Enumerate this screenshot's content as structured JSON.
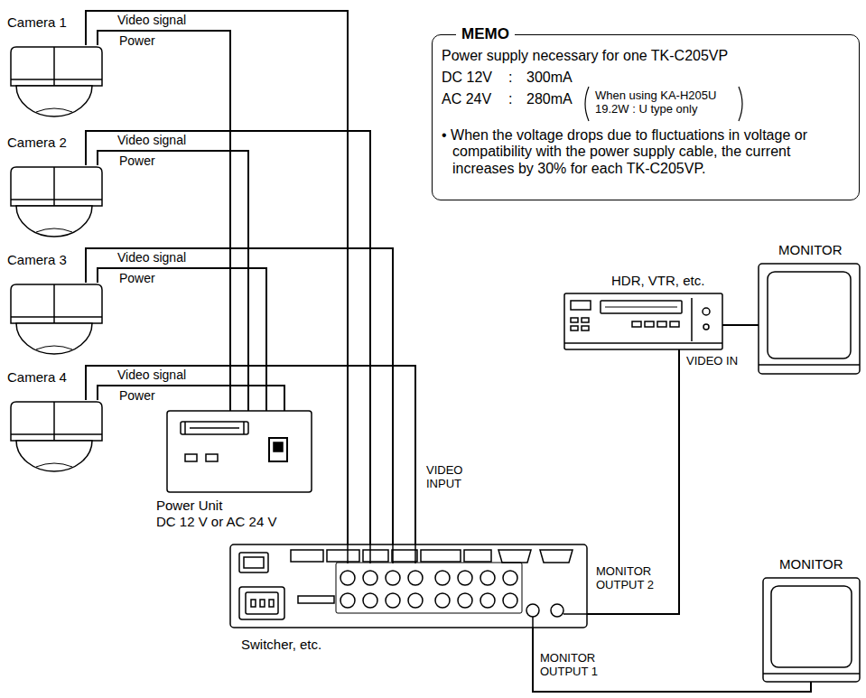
{
  "diagram": {
    "nodes": [
      {
        "text": [
          "Camera 1"
        ]
      },
      {
        "text": [
          "Camera 2"
        ]
      },
      {
        "text": [
          "Camera 3"
        ]
      },
      {
        "text": [
          "Camera 4"
        ]
      },
      {
        "text": [
          "MEMO",
          "Power supply necessary for one TK-C205VP",
          "DC 12V",
          ":",
          "300mA",
          "AC 24V",
          ":",
          "280mA",
          "When using KA-H205U 19.2W : U type only",
          "• When the voltage drops due to fluctuations in voltage or compatibility with the power supply cable, the current increases by 30% for each TK-C205VP."
        ]
      },
      {
        "text": [
          "Power Unit",
          "DC 12 V or AC 24 V"
        ]
      },
      {
        "text": [
          "HDR, VTR, etc."
        ]
      },
      {
        "text": [
          "MONITOR"
        ]
      },
      {
        "text": [
          "Switcher, etc."
        ]
      },
      {
        "text": [
          "MONITOR"
        ]
      }
    ],
    "edges": [
      {
        "from": 0,
        "to": 8,
        "label": "Video signal",
        "arrow": "none"
      },
      {
        "from": 1,
        "to": 8,
        "label": "Video signal",
        "arrow": "none"
      },
      {
        "from": 2,
        "to": 8,
        "label": "Video signal",
        "arrow": "none"
      },
      {
        "from": 3,
        "to": 8,
        "label": "Video signal",
        "arrow": "none"
      },
      {
        "from": 0,
        "to": 5,
        "label": "Power",
        "arrow": "none"
      },
      {
        "from": 1,
        "to": 5,
        "label": "Power",
        "arrow": "none"
      },
      {
        "from": 2,
        "to": 5,
        "label": "Power",
        "arrow": "none"
      },
      {
        "from": 3,
        "to": 5,
        "label": "Power",
        "arrow": "none"
      },
      {
        "from": 8,
        "to": 6,
        "arrow": "none"
      },
      {
        "from": 6,
        "to": 7,
        "arrow": "none"
      },
      {
        "from": 8,
        "to": 9,
        "arrow": "none"
      }
    ],
    "labels": [
      "VIDEO INPUT",
      "MONITOR OUTPUT 2",
      "VIDEO IN",
      "MONITOR OUTPUT 1"
    ]
  }
}
